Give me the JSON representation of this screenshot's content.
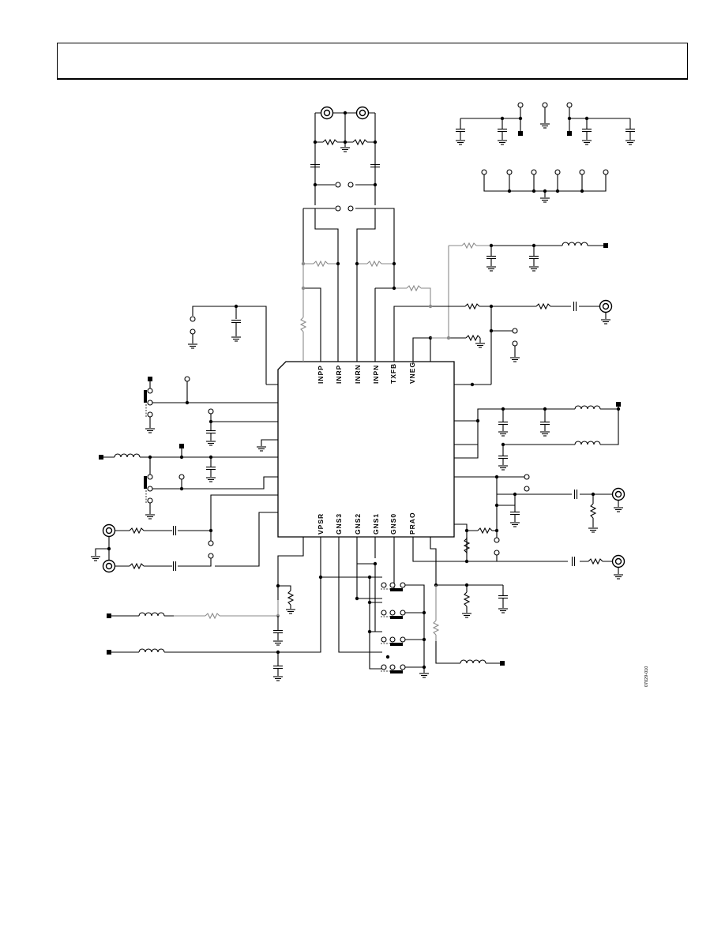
{
  "page": {
    "header_text": ""
  },
  "chip": {
    "top_pins": [
      "INPP",
      "INRP",
      "INRN",
      "INPN",
      "TXFB",
      "VNEG"
    ],
    "bottom_pins": [
      "VPSR",
      "GNS3",
      "GNS2",
      "GNS1",
      "GNS0",
      "PRAO"
    ]
  },
  "figure_id": "07029-010",
  "colors": {
    "wire": "#000000",
    "dnp_wire": "#8a8a8a"
  }
}
